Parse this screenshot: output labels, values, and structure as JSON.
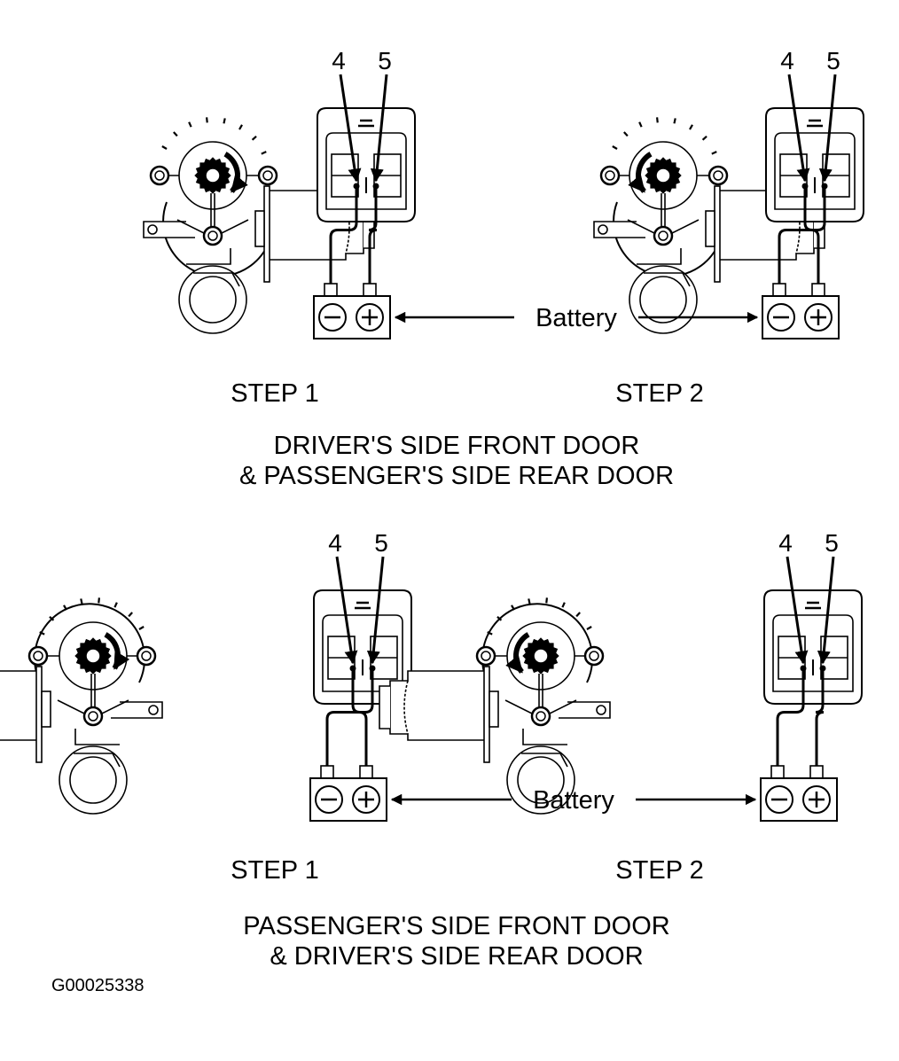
{
  "figure_id": "G00025338",
  "colors": {
    "ink": "#000000",
    "paper": "#ffffff"
  },
  "sections": [
    {
      "caption_lines": [
        "DRIVER'S SIDE FRONT DOOR",
        "& PASSENGER'S SIDE REAR DOOR"
      ],
      "battery_label": "Battery",
      "panels": [
        {
          "step": "STEP 1",
          "motor_facing": "left-shaft",
          "rotation": "clockwise",
          "terminal_labels": [
            "4",
            "5"
          ],
          "wiring": {
            "4": "negative",
            "5": "positive"
          },
          "battery_symbols": [
            "⊖",
            "⊕"
          ]
        },
        {
          "step": "STEP 2",
          "motor_facing": "left-shaft",
          "rotation": "counterclockwise",
          "terminal_labels": [
            "4",
            "5"
          ],
          "wiring": {
            "4": "positive",
            "5": "negative"
          },
          "battery_symbols": [
            "⊖",
            "⊕"
          ]
        }
      ]
    },
    {
      "caption_lines": [
        "PASSENGER'S SIDE FRONT DOOR",
        "& DRIVER'S SIDE REAR DOOR"
      ],
      "battery_label": "Battery",
      "panels": [
        {
          "step": "STEP 1",
          "motor_facing": "right-shaft",
          "rotation": "clockwise",
          "terminal_labels": [
            "4",
            "5"
          ],
          "wiring": {
            "4": "positive",
            "5": "negative"
          },
          "battery_symbols": [
            "⊖",
            "⊕"
          ]
        },
        {
          "step": "STEP 2",
          "motor_facing": "right-shaft",
          "rotation": "counterclockwise",
          "terminal_labels": [
            "4",
            "5"
          ],
          "wiring": {
            "4": "negative",
            "5": "positive"
          },
          "battery_symbols": [
            "⊖",
            "⊕"
          ]
        }
      ]
    }
  ]
}
